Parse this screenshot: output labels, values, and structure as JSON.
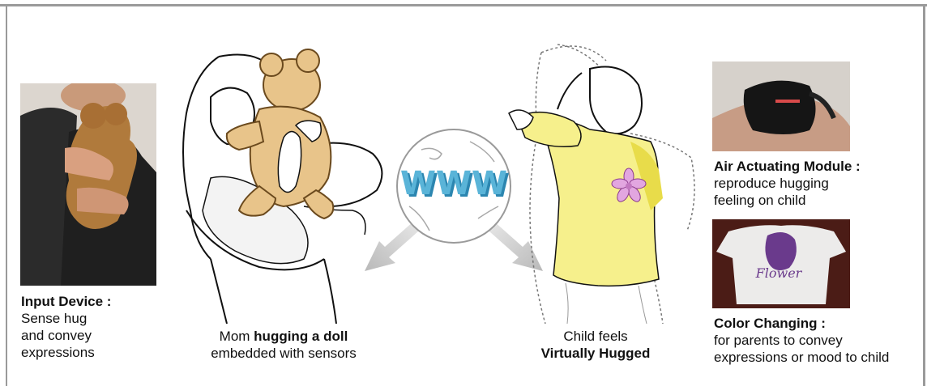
{
  "input_device": {
    "title": "Input Device :",
    "lines": [
      "Sense hug",
      "and convey",
      "expressions"
    ]
  },
  "mom": {
    "line1_prefix": "Mom ",
    "line1_bold": "hugging a doll",
    "line2": "embedded with sensors"
  },
  "network": {
    "label": "WWW"
  },
  "child": {
    "line1": "Child feels",
    "line2_bold": "Virtually Hugged"
  },
  "air_module": {
    "title": "Air Actuating Module :",
    "lines": [
      "reproduce hugging",
      "feeling on child"
    ]
  },
  "color_changing": {
    "title": "Color Changing :",
    "lines": [
      "for parents to convey",
      "expressions or mood to child"
    ],
    "shirt_print": "Flower"
  },
  "colors": {
    "bear": "#e8c48a",
    "shirt": "#f6f08c",
    "www": "#5ab4d8",
    "arrow": "#c8c8c8",
    "flower": "#e2a6e0"
  }
}
